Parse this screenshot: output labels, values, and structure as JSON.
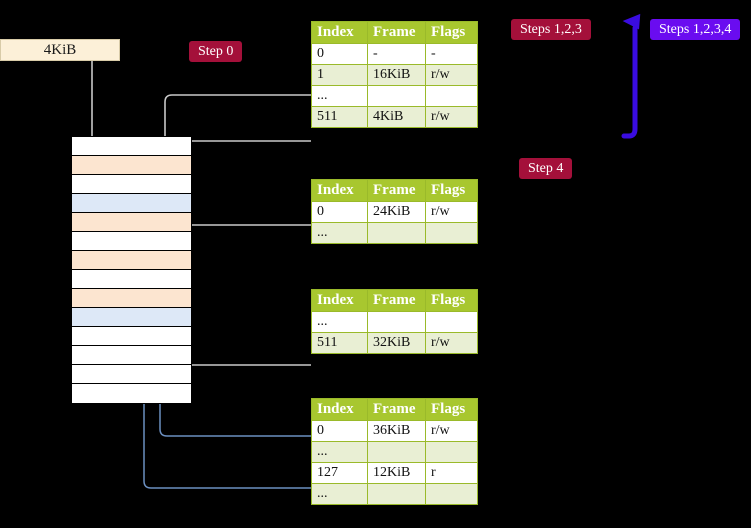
{
  "labels": {
    "size_box": "4KiB",
    "step0": "Step 0",
    "step4": "Step 4",
    "steps123": "Steps 1,2,3",
    "steps1234": "Steps 1,2,3,4"
  },
  "colors": {
    "badge_red": "#a4103a",
    "badge_blue": "#6a0cf0",
    "table_header": "#a8c72f",
    "table_alt_row": "#e9efd4",
    "highlight": "#fbf59a",
    "mem_peach": "#fce5d0",
    "mem_blue": "#dde8f7",
    "size_box": "#fcf0d8",
    "wire_gray": "#c9c9c9",
    "wire_blue": "#6b8fc0",
    "arrow_big": "#3a0ce0"
  },
  "tables": [
    {
      "name": "table-0",
      "headers": [
        "Index",
        "Frame",
        "Flags"
      ],
      "rows": [
        {
          "cells": [
            "0",
            "-",
            "-"
          ],
          "alt": false,
          "highlight": []
        },
        {
          "cells": [
            "1",
            "16KiB",
            "r/w"
          ],
          "alt": true,
          "highlight": []
        },
        {
          "cells": [
            "...",
            "",
            ""
          ],
          "alt": false,
          "highlight": []
        },
        {
          "cells": [
            "511",
            "4KiB",
            "r/w"
          ],
          "alt": true,
          "highlight": [
            0,
            1,
            2
          ]
        }
      ]
    },
    {
      "name": "table-1",
      "headers": [
        "Index",
        "Frame",
        "Flags"
      ],
      "rows": [
        {
          "cells": [
            "0",
            "24KiB",
            "r/w"
          ],
          "alt": false,
          "highlight": []
        },
        {
          "cells": [
            "...",
            "",
            ""
          ],
          "alt": true,
          "highlight": []
        }
      ]
    },
    {
      "name": "table-2",
      "headers": [
        "Index",
        "Frame",
        "Flags"
      ],
      "rows": [
        {
          "cells": [
            "...",
            "",
            ""
          ],
          "alt": false,
          "highlight": []
        },
        {
          "cells": [
            "511",
            "32KiB",
            "r/w"
          ],
          "alt": true,
          "highlight": []
        }
      ]
    },
    {
      "name": "table-3",
      "headers": [
        "Index",
        "Frame",
        "Flags"
      ],
      "rows": [
        {
          "cells": [
            "0",
            "36KiB",
            "r/w"
          ],
          "alt": false,
          "highlight": []
        },
        {
          "cells": [
            "...",
            "",
            ""
          ],
          "alt": true,
          "highlight": []
        },
        {
          "cells": [
            "127",
            "12KiB",
            "r"
          ],
          "alt": false,
          "highlight": []
        },
        {
          "cells": [
            "...",
            "",
            ""
          ],
          "alt": true,
          "highlight": []
        }
      ]
    }
  ],
  "memory": {
    "rows": [
      {
        "fill": "white"
      },
      {
        "fill": "peach"
      },
      {
        "fill": "white"
      },
      {
        "fill": "blue"
      },
      {
        "fill": "peach"
      },
      {
        "fill": "white"
      },
      {
        "fill": "peach"
      },
      {
        "fill": "white"
      },
      {
        "fill": "peach"
      },
      {
        "fill": "blue"
      },
      {
        "fill": "white"
      },
      {
        "fill": "white"
      },
      {
        "fill": "white"
      },
      {
        "fill": "white"
      }
    ]
  }
}
